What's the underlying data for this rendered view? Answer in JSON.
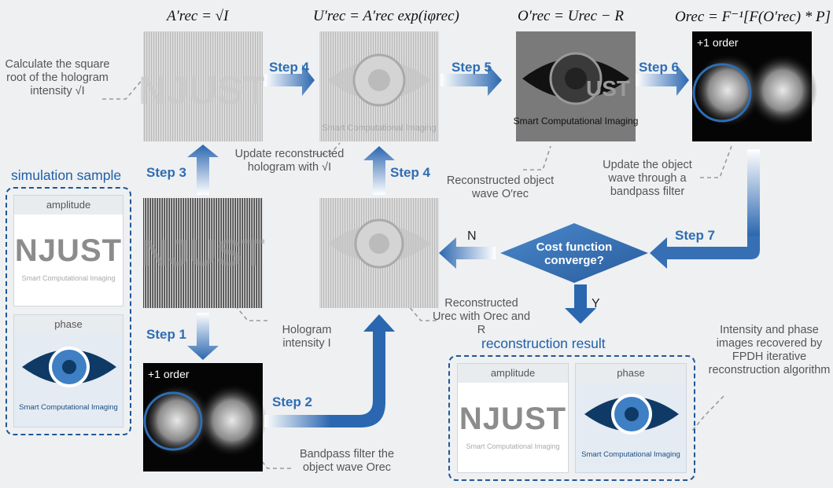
{
  "equations": {
    "eq1": "A′rec = √I",
    "eq2": "U′rec = A′rec exp(iφrec)",
    "eq3": "O′rec = Urec − R",
    "eq4": "Orec = F⁻¹[F(O′rec) * P]"
  },
  "steps": {
    "s1": "Step 1",
    "s2": "Step 2",
    "s3": "Step 3",
    "s4a": "Step 4",
    "s4b": "Step 4",
    "s5": "Step 5",
    "s6": "Step 6",
    "s7": "Step 7"
  },
  "notes": {
    "calc_sqrt": "Calculate the square root of the hologram intensity √I",
    "update_holo": "Update reconstructed hologram with √I",
    "recon_obj": "Reconstructed object wave O′rec",
    "update_obj": "Update the object wave through a bandpass filter",
    "holo_intensity": "Hologram intensity I",
    "recon_u": "Reconstructed Urec with Orec and R",
    "bandpass": "Bandpass filter the object wave Orec",
    "intensity_phase": "Intensity and phase images recovered by FPDH iterative reconstruction algorithm"
  },
  "decision": {
    "text": "Cost function converge?",
    "no": "N",
    "yes": "Y"
  },
  "panels": {
    "sim_title": "simulation sample",
    "res_title": "reconstruction result",
    "amplitude": "amplitude",
    "phase": "phase"
  },
  "logo": {
    "njust": "NJUST",
    "sci": "Smart Computational Imaging"
  },
  "order_label": "+1 order",
  "colors": {
    "accent": "#2f6db3",
    "dark_blue": "#1f4e82",
    "panel_border": "#1f5797"
  }
}
